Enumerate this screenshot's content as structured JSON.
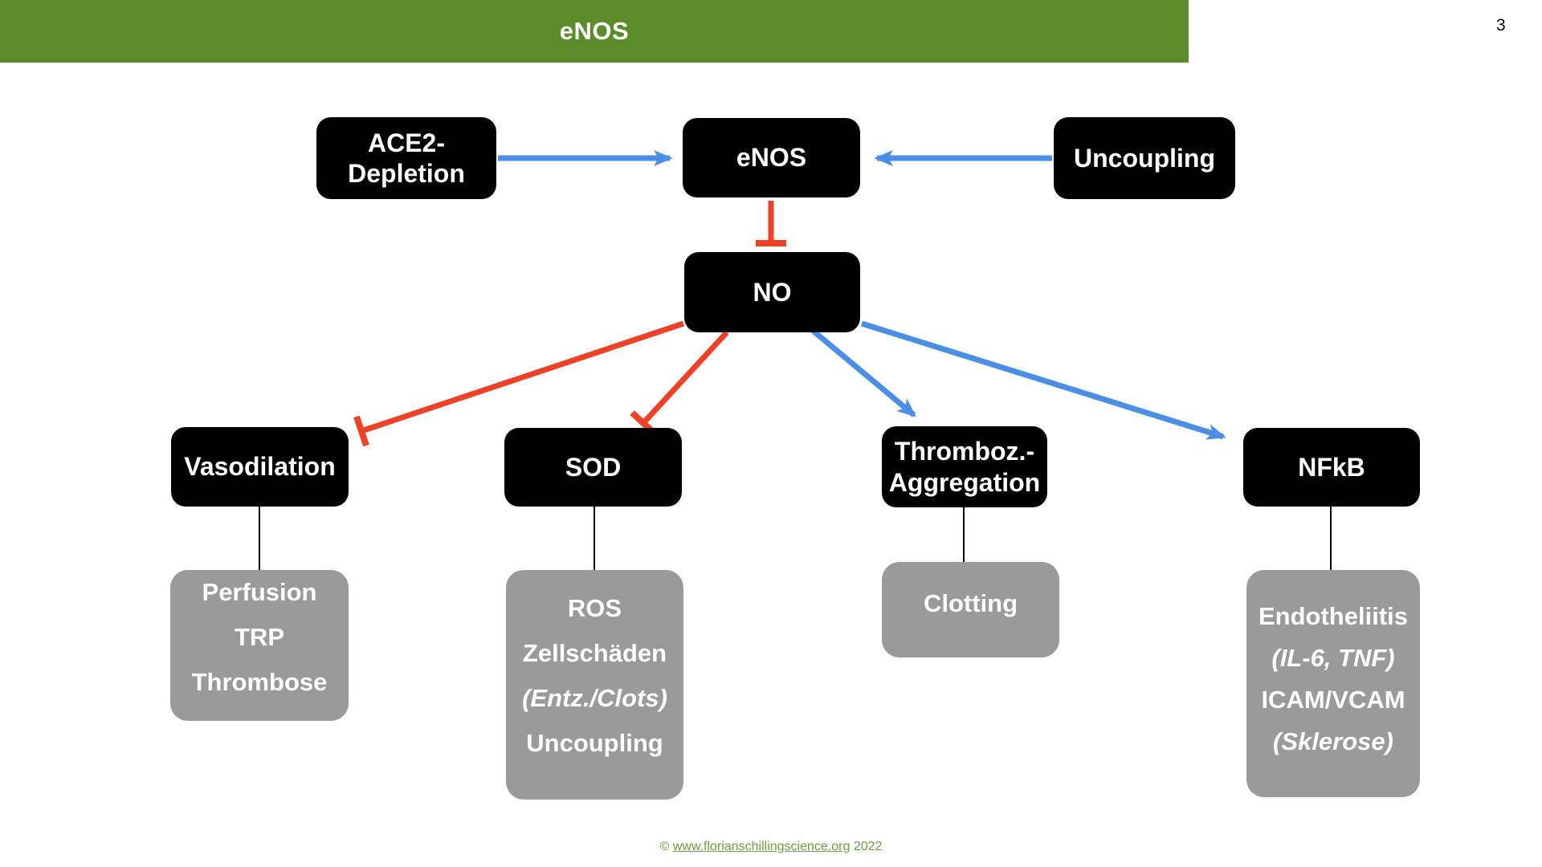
{
  "slide": {
    "title": "eNOS",
    "page_number": "3"
  },
  "colors": {
    "header_bar": "#5b8c29",
    "arrow_blue": "#4a8ee8",
    "arrow_red": "#ee4127",
    "node_black": "#000000",
    "node_gray": "#9a9a9a",
    "node_text": "#ffffff",
    "footer_green": "#6f9c3d",
    "page_number_color": "#000000"
  },
  "nodes": {
    "ace2": {
      "line1": "ACE2-",
      "line2": "Depletion"
    },
    "enos": {
      "label": "eNOS"
    },
    "uncoupling": {
      "label": "Uncoupling"
    },
    "no": {
      "label": "NO"
    },
    "vasodilation": {
      "label": "Vasodilation"
    },
    "sod": {
      "label": "SOD"
    },
    "thromboz": {
      "line1": "Thromboz.-",
      "line2": "Aggregation"
    },
    "nfkb": {
      "label": "NFkB"
    },
    "perfusion": {
      "line1": "Perfusion",
      "line2": "TRP",
      "line3": "Thrombose"
    },
    "ros": {
      "line1": "ROS",
      "line2": "Zellschäden",
      "line3": "(Entz./Clots)",
      "line4": "Uncoupling"
    },
    "clotting": {
      "line1": "Clotting"
    },
    "endotheliitis": {
      "line1": "Endotheliitis",
      "line2": "(IL-6, TNF)",
      "line3": "ICAM/VCAM",
      "line4": "(Sklerose)"
    }
  },
  "edges": [
    {
      "from": "ACE2-Depletion",
      "to": "eNOS",
      "style": "blue-arrow"
    },
    {
      "from": "Uncoupling",
      "to": "eNOS",
      "style": "blue-arrow"
    },
    {
      "from": "eNOS",
      "to": "NO",
      "style": "red-inhibition"
    },
    {
      "from": "NO",
      "to": "Vasodilation",
      "style": "red-inhibition"
    },
    {
      "from": "NO",
      "to": "SOD",
      "style": "red-inhibition"
    },
    {
      "from": "NO",
      "to": "Thromboz.-Aggregation",
      "style": "blue-arrow"
    },
    {
      "from": "NO",
      "to": "NFkB",
      "style": "blue-arrow"
    },
    {
      "from": "Vasodilation",
      "to": "Perfusion TRP Thrombose",
      "style": "black-line"
    },
    {
      "from": "SOD",
      "to": "ROS Zellschäden (Entz./Clots) Uncoupling",
      "style": "black-line"
    },
    {
      "from": "Thromboz.-Aggregation",
      "to": "Clotting",
      "style": "black-line"
    },
    {
      "from": "NFkB",
      "to": "Endotheliitis (IL-6, TNF) ICAM/VCAM (Sklerose)",
      "style": "black-line"
    }
  ],
  "footer": {
    "copyright": "©",
    "link_text": "www.florianschillingscience.org",
    "year": "2022"
  }
}
